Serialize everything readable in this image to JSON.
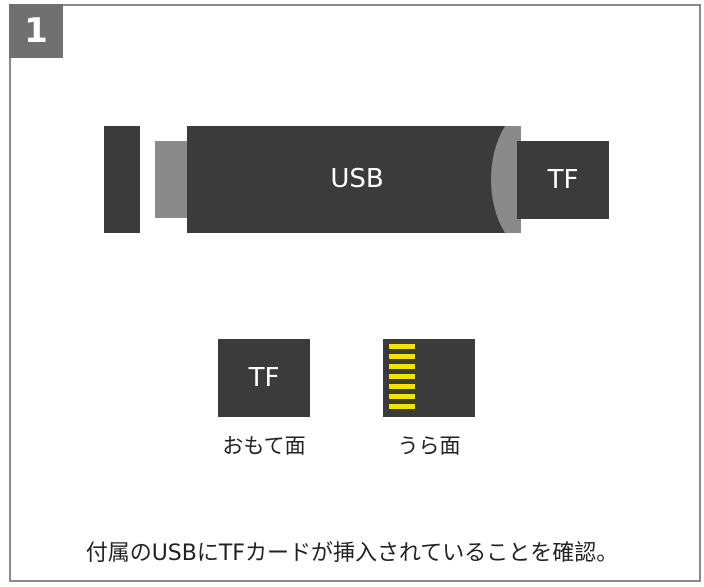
{
  "step": {
    "number": "1"
  },
  "usb_drive": {
    "label": "USB"
  },
  "tf_card": {
    "label": "TF"
  },
  "card_faces": {
    "front": "おもて面",
    "back": "うら面",
    "back_contact_count": 7
  },
  "instruction": "付属のUSBにTFカードが挿入されていることを確認。",
  "colors": {
    "device": "#3b3b3b",
    "gray": "#8a8a8a",
    "contacts": "#f5e100",
    "badge": "#707070"
  }
}
